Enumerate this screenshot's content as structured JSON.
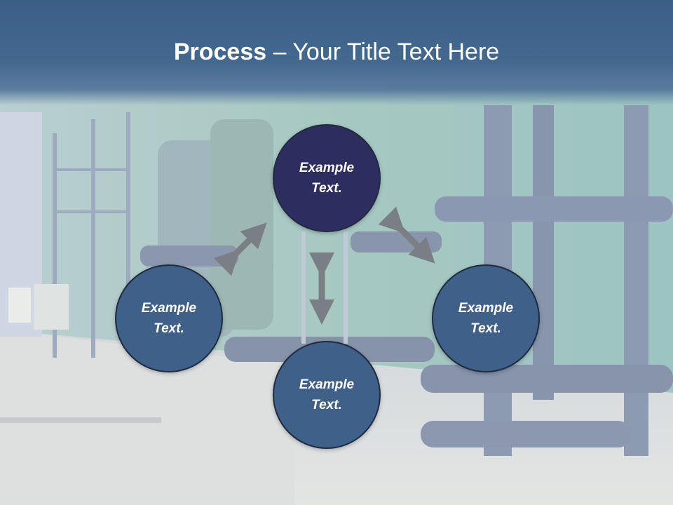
{
  "title": {
    "bold": "Process",
    "rest": " – Your Title Text Here"
  },
  "nodes": [
    {
      "line1": "Example",
      "line2": "Text."
    },
    {
      "line1": "Example",
      "line2": "Text."
    },
    {
      "line1": "Example",
      "line2": "Text."
    },
    {
      "line1": "Example",
      "line2": "Text."
    }
  ],
  "colors": {
    "header": "#3a5f88",
    "node_dark": "#2e2d60",
    "node_blue": "#3f6189",
    "arrow": "#7a7f86"
  }
}
